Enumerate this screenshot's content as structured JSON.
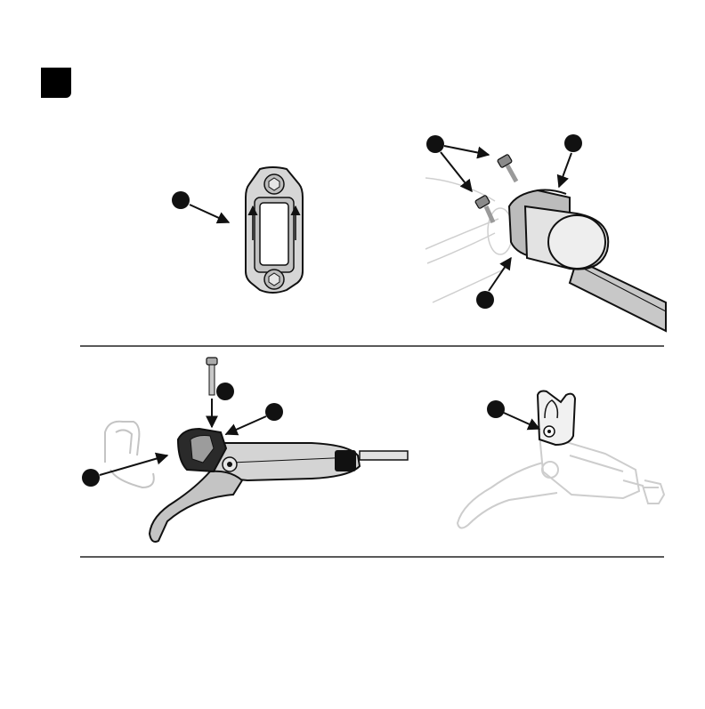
{
  "page": {
    "background": "#ffffff"
  },
  "step": {
    "label": ""
  },
  "colors": {
    "ink": "#111111",
    "part_fill": "#d9d9d9",
    "part_mid": "#a8a8a8",
    "ghost": "#d6d6d6",
    "divider": "#222222"
  },
  "panels": [
    {
      "id": "clamp-insert",
      "callouts": 1
    },
    {
      "id": "bar-mount",
      "callouts": 3
    },
    {
      "id": "lever-assembly",
      "callouts": 3
    },
    {
      "id": "lever-installed",
      "callouts": 1
    }
  ]
}
